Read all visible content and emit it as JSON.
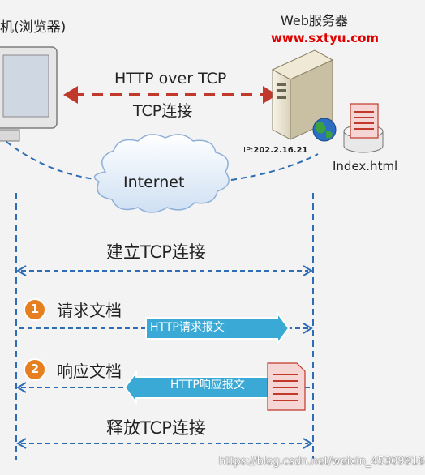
{
  "client": {
    "label": "机(浏览器)"
  },
  "server": {
    "label": "Web服务器",
    "url": "www.sxtyu.com",
    "ip_prefix": "IP:",
    "ip": "202.2.16.21",
    "file": "Index.html"
  },
  "connection": {
    "protocol_label": "HTTP over TCP",
    "tcp_label": "TCP连接"
  },
  "network": {
    "label": "Internet"
  },
  "sequence": {
    "establish": "建立TCP连接",
    "step1": {
      "number": "1",
      "label": "请求文档",
      "message": "HTTP请求报文"
    },
    "step2": {
      "number": "2",
      "label": "响应文档",
      "message": "HTTP响应报文"
    },
    "release": "释放TCP连接"
  },
  "watermark": "https://blog.csdn.net/weixin_45309916",
  "colors": {
    "dash_blue": "#2e6db4",
    "dash_red": "#c0392b",
    "message_box": "#3ba9d6",
    "badge": "#e57f1f",
    "url_red": "#e00000"
  }
}
